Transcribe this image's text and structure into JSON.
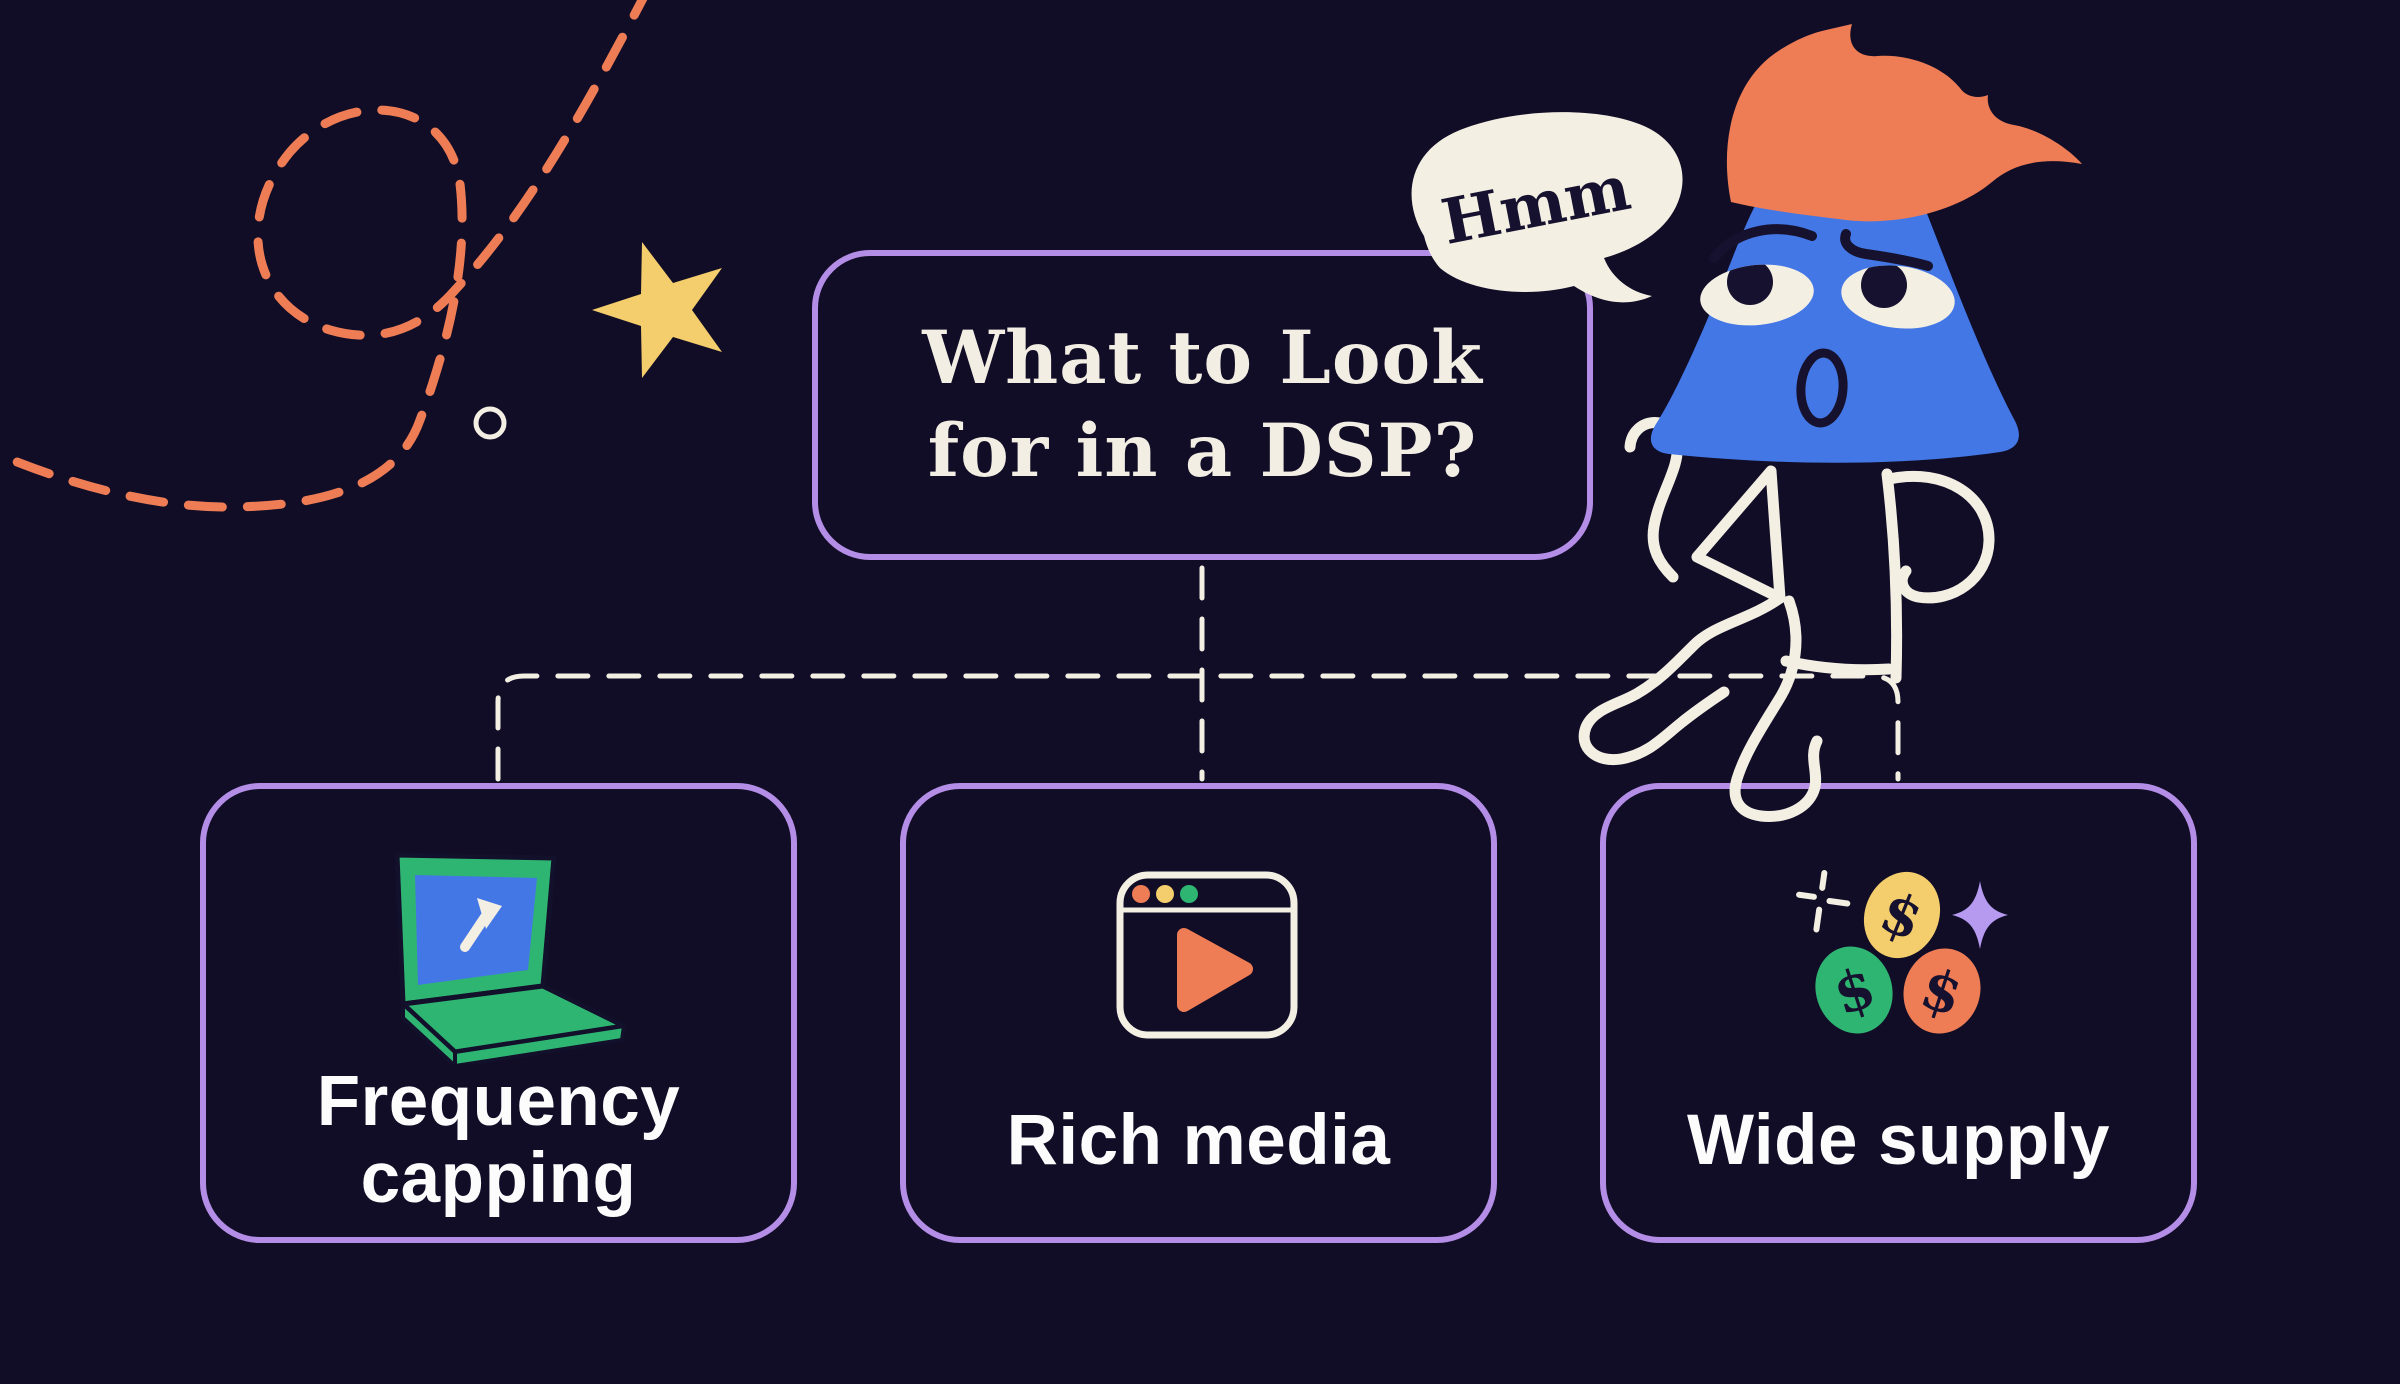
{
  "title_card": {
    "line1": "What to Look",
    "line2": "for in a DSP?"
  },
  "speech_bubble": {
    "text": "Hmm"
  },
  "cards": [
    {
      "label": "Frequency capping",
      "icon": "laptop-cursor-icon"
    },
    {
      "label": "Rich media",
      "icon": "video-player-window-icon"
    },
    {
      "label": "Wide supply",
      "icon": "dollar-coins-icon"
    }
  ],
  "coins": {
    "symbols": [
      "$",
      "$",
      "$"
    ]
  },
  "decorations": {
    "squiggle": "dashed-squiggle-line",
    "star": "star-icon",
    "circle": "small-circle-outline",
    "plus_sparkle": "plus-sparkle-icon",
    "diamond_sparkle": "diamond-sparkle-icon",
    "mascot": "triangle-mascot-character"
  },
  "colors": {
    "background": "#110D27",
    "card_border": "#B48EE6",
    "cream": "#F4EFE3",
    "ink": "#16112E",
    "blue": "#4377E6",
    "orange": "#EE7D55",
    "green": "#2FB572",
    "yellow": "#F4CD6C",
    "lavender": "#B69AF0",
    "label_text": "#FCFCFC"
  }
}
